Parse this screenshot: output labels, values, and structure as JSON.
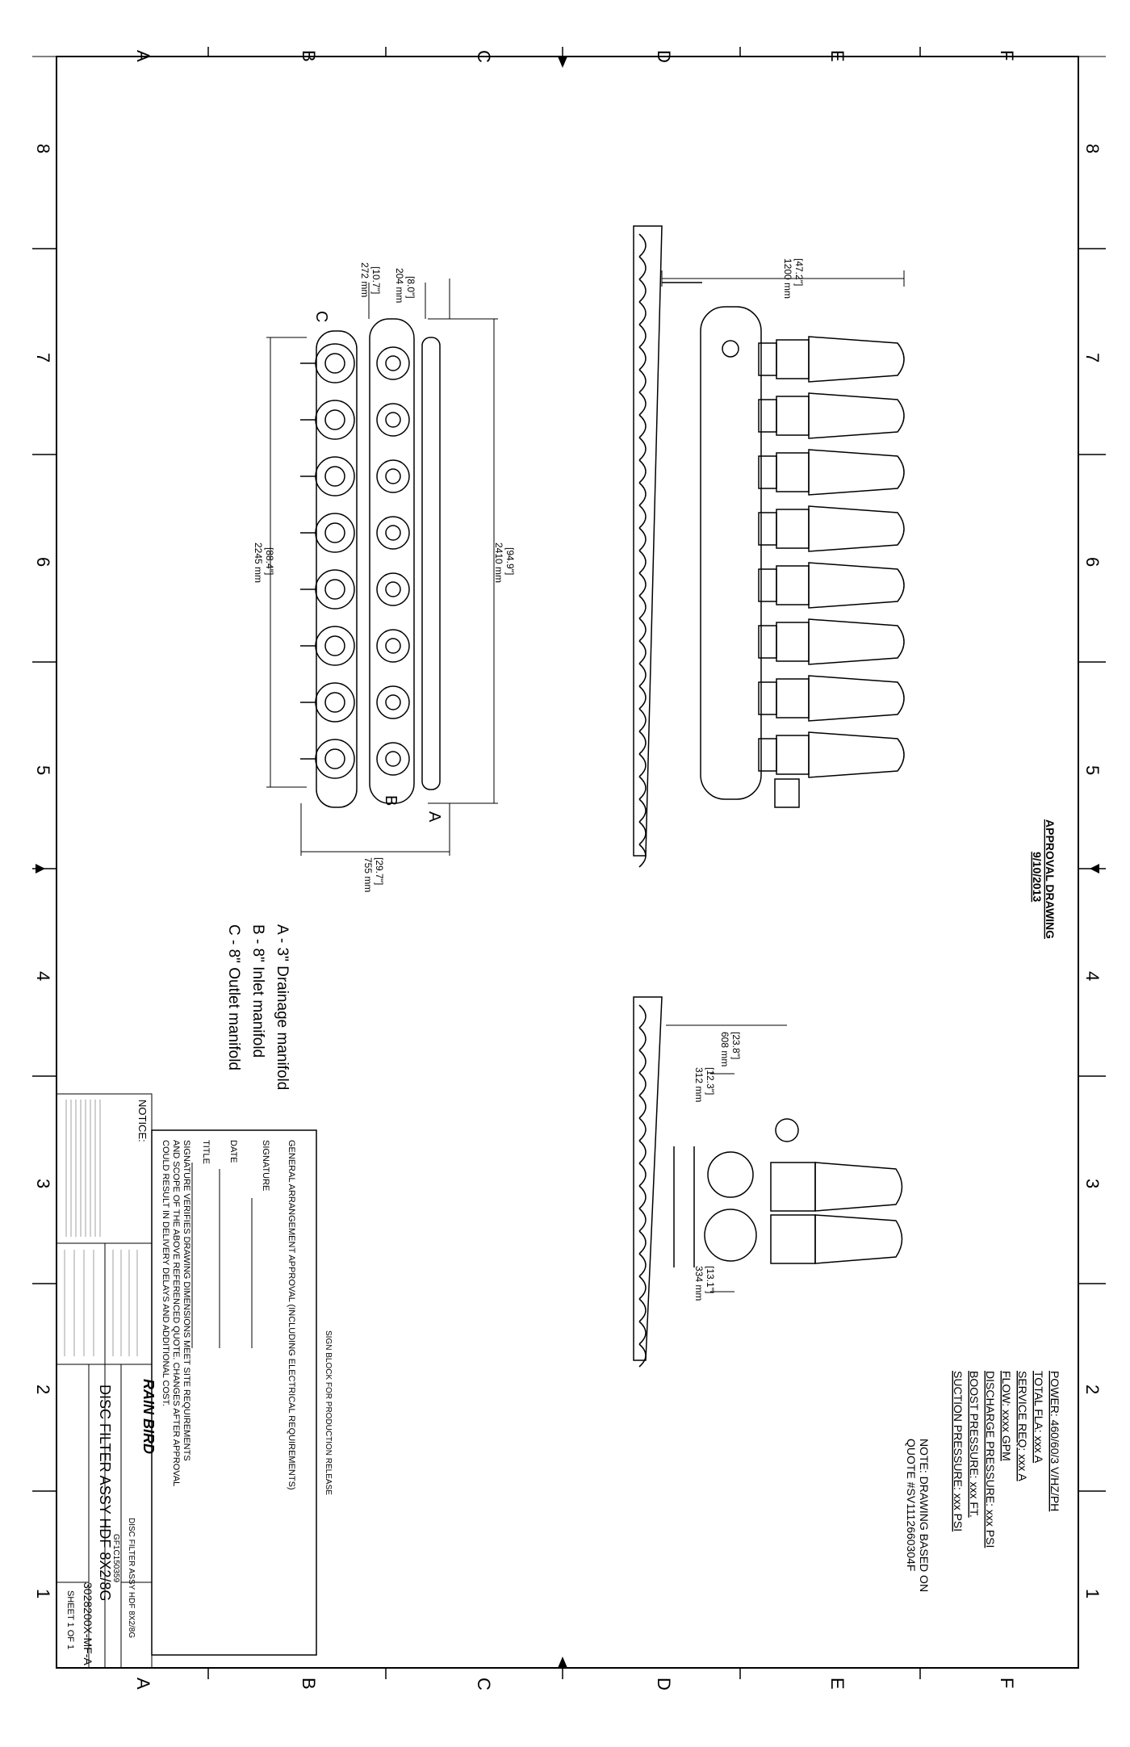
{
  "frame": {
    "zones_letters": [
      "A",
      "B",
      "C",
      "D",
      "E",
      "F"
    ],
    "zones_numbers": [
      "8",
      "7",
      "6",
      "5",
      "4",
      "3",
      "2",
      "1"
    ]
  },
  "top_view": {
    "labels": {
      "a": "A",
      "b": "B",
      "c": "C"
    },
    "dims": {
      "d1_in": "[8.0\"]",
      "d1_mm": "204 mm",
      "d2_in": "[10.7\"]",
      "d2_mm": "272 mm",
      "width_in": "[29.7\"]",
      "width_mm": "755 mm",
      "len1_in": "[88.4\"]",
      "len1_mm": "2245 mm",
      "len2_in": "[94.9\"]",
      "len2_mm": "2410 mm"
    }
  },
  "side_view": {
    "dims": {
      "height_in": "[47.2\"]",
      "height_mm": "1200 mm"
    }
  },
  "end_view": {
    "dims": {
      "h_in": "[23.8\"]",
      "h_mm": "608 mm",
      "a_in": "[12.3\"]",
      "a_mm": "312 mm",
      "b_in": "[13.1\"]",
      "b_mm": "334 mm"
    }
  },
  "legend": [
    "A - 3\" Drainage manifold",
    "B - 8\" Inlet manifold",
    "C - 8\" Outlet manifold"
  ],
  "approval": {
    "title": "APPROVAL DRAWING",
    "date": "9/10/2013"
  },
  "specs": [
    "POWER: 460/60/3 V/HZ/PH",
    "TOTAL FLA: xxx A",
    "SERVICE REQ: xxx A",
    "FLOW: xxxx GPM",
    "DISCHARGE PRESSURE: xxx PSI",
    "BOOST PRESSURE: xxx FT.",
    "SUCTION PRESSURE: xxx PSI"
  ],
  "note": [
    "NOTE: DRAWING BASED ON",
    "QUOTE #SV1112660304F"
  ],
  "sign_block": {
    "header": "SIGN BLOCK FOR PRODUCTION RELEASE",
    "approval": "GENERAL ARRANGEMENT APPROVAL (INCLUDING ELECTRICAL REQUIREMENTS)",
    "signature": "SIGNATURE",
    "date": "DATE",
    "title": "TITLE",
    "disclaimer": [
      "SIGNATURE VERIFIES DRAWING DIMENSIONS MEET SITE REQUIREMENTS",
      "AND SCOPE OF THE ABOVE REFERENCED QUOTE. CHANGES AFTER APPROVAL",
      "COULD RESULT IN DELIVERY DELAYS AND ADDITIONAL COST."
    ]
  },
  "title_block": {
    "notice": "NOTICE:",
    "brand": "RAIN BIRD",
    "product_line": "DISC FILTER ASSY HDF 8X2/8G",
    "part_no": "GF1C150359",
    "drawing_title": "DISC FILTER ASSY HDF 8X2/8G",
    "drawing_no": "3028200X-MF-A",
    "sheet": "SHEET 1 OF 1"
  }
}
